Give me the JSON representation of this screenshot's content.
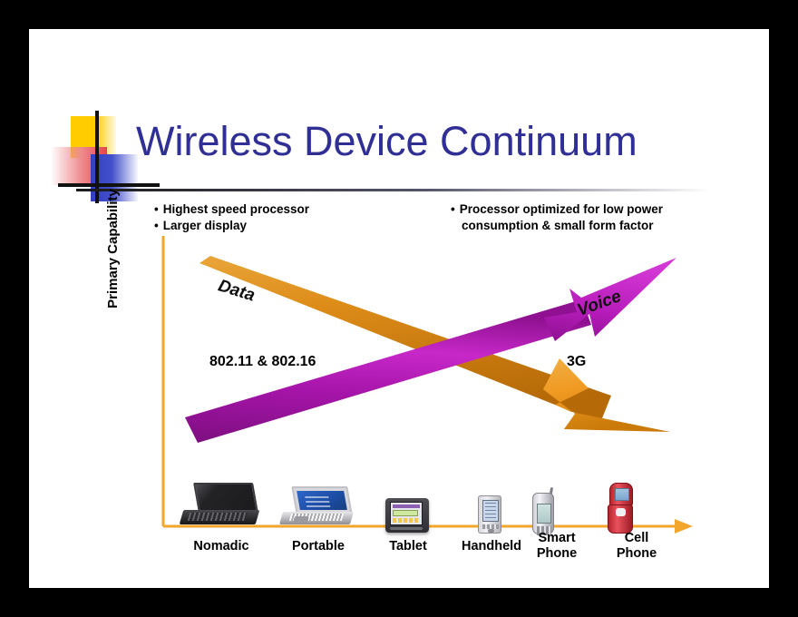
{
  "slide": {
    "title": "Wireless Device Continuum",
    "logo_name": "decorative-squares-logo"
  },
  "bullets": {
    "left": [
      "Highest speed processor",
      "Larger display"
    ],
    "right_line1": "Processor optimized for low power",
    "right_line2": "consumption & small form factor"
  },
  "chart_data": {
    "type": "diagram",
    "title": "Wireless Device Continuum",
    "ylabel": "Primary Capability",
    "xlabel": "",
    "grid": false,
    "legend": "none",
    "categories": [
      "Nomadic",
      "Portable",
      "Tablet",
      "Handheld",
      "Smart\nPhone",
      "Cell\nPhone"
    ],
    "series": [
      {
        "name": "Data",
        "color": "#dd8c18",
        "direction": "down-right",
        "start": {
          "x": 0.06,
          "y": 0.92
        },
        "end": {
          "x": 0.95,
          "y": 0.08
        },
        "annotation": "802.11 & 802.16"
      },
      {
        "name": "Voice",
        "color": "#aa14aa",
        "direction": "up-right",
        "start": {
          "x": 0.06,
          "y": 0.08
        },
        "end": {
          "x": 0.95,
          "y": 0.92
        },
        "annotation": "3G"
      }
    ],
    "annotations": [
      {
        "text": "802.11 & 802.16",
        "side": "left"
      },
      {
        "text": "3G",
        "side": "right"
      },
      {
        "text": "Highest speed processor",
        "side": "left"
      },
      {
        "text": "Larger display",
        "side": "left"
      },
      {
        "text": "Processor optimized for low power consumption & small form factor",
        "side": "right"
      }
    ]
  },
  "axis": {
    "y_label": "Primary Capability",
    "color": "#f2a62b"
  },
  "arrows": {
    "data": {
      "label": "Data",
      "color": "#dd8c18"
    },
    "voice": {
      "label": "Voice",
      "color": "#aa14aa"
    }
  },
  "tech": {
    "left": "802.11 & 802.16",
    "right": "3G"
  },
  "devices": [
    {
      "key": "nomadic",
      "label": "Nomadic",
      "icon": "black-laptop-icon"
    },
    {
      "key": "portable",
      "label": "Portable",
      "icon": "silver-laptop-icon"
    },
    {
      "key": "tablet",
      "label": "Tablet",
      "icon": "tablet-icon"
    },
    {
      "key": "handheld",
      "label": "Handheld",
      "icon": "pda-icon"
    },
    {
      "key": "smartphone",
      "label_l1": "Smart",
      "label_l2": "Phone",
      "icon": "smartphone-icon"
    },
    {
      "key": "cellphone",
      "label_l1": "Cell",
      "label_l2": "Phone",
      "icon": "flip-phone-icon"
    }
  ]
}
